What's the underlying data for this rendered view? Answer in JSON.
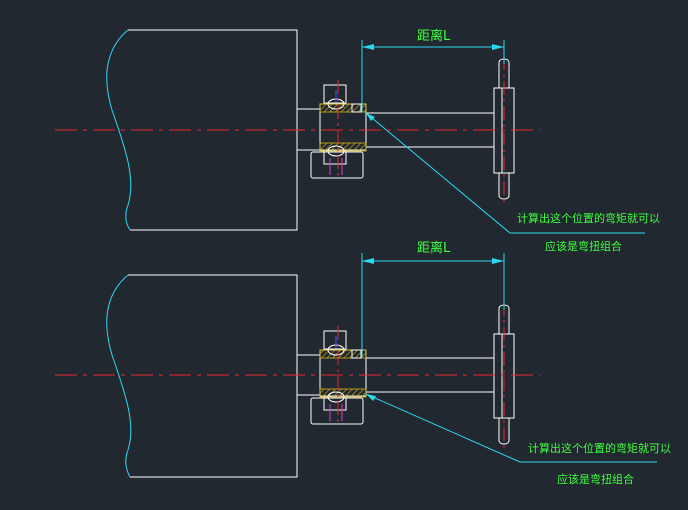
{
  "colors": {
    "background": "#212830",
    "outline": "#ffffff",
    "center_line": "#e8262b",
    "dimension": "#2bd8f0",
    "text": "#3dff3d",
    "hatch": "#d8b416",
    "purple": "#d040d0",
    "blue": "#2f5bff"
  },
  "views": [
    {
      "dimension_label": "距离L",
      "note_line1": "计算出这个位置的弯矩就可以",
      "note_line2": "应该是弯扭组合"
    },
    {
      "dimension_label": "距离L",
      "note_line1": "计算出这个位置的弯矩就可以",
      "note_line2": "应该是弯扭组合"
    }
  ]
}
